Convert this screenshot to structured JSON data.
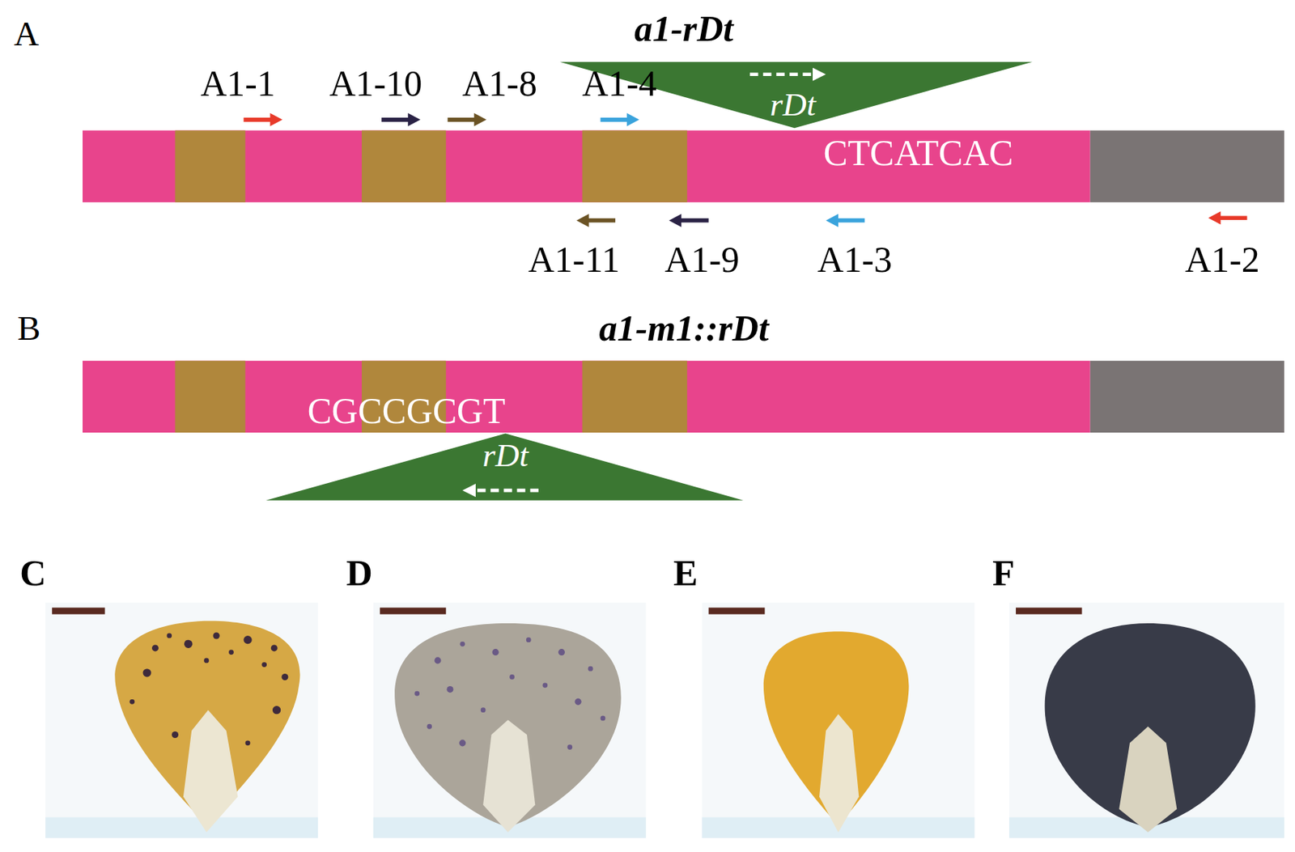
{
  "diagram": {
    "labels": [
      "A",
      "a1-rDt",
      "A1-1",
      "A1-10",
      "A1-8",
      "A1-4",
      "rDt",
      "CTCATCAC",
      "A1-11",
      "A1-9",
      "A1-3",
      "A1-2",
      "B",
      "a1-m1::rDt",
      "CGCCGCGT",
      "rDt",
      "C",
      "D",
      "E",
      "F"
    ]
  }
}
